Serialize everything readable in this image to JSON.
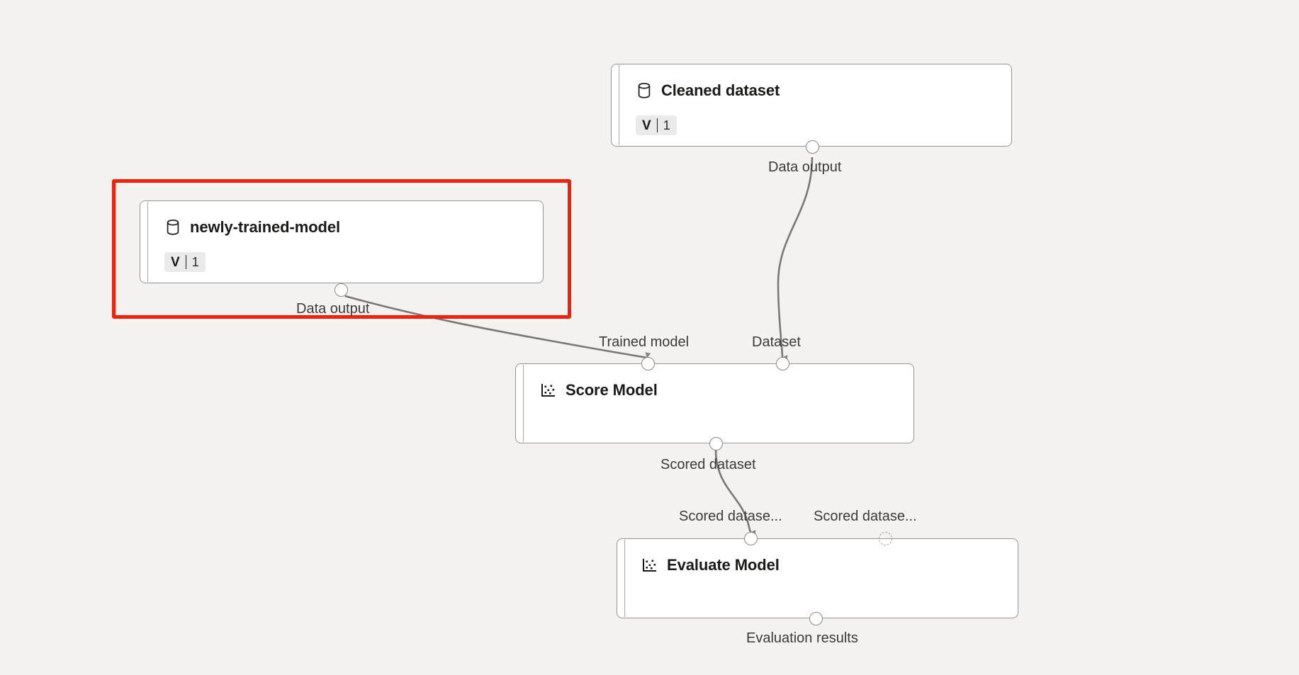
{
  "canvas": {
    "background": "#f3f2f1",
    "selection_color": "#f61e07"
  },
  "nodes": [
    {
      "id": "cleaned-dataset",
      "title": "Cleaned dataset",
      "icon": "database-icon",
      "version_label": "V",
      "version_number": "1",
      "selected": false
    },
    {
      "id": "newly-trained-model",
      "title": "newly-trained-model",
      "icon": "database-icon",
      "version_label": "V",
      "version_number": "1",
      "selected": true
    },
    {
      "id": "score-model",
      "title": "Score Model",
      "icon": "scatter-plot-icon",
      "selected": false
    },
    {
      "id": "evaluate-model",
      "title": "Evaluate Model",
      "icon": "scatter-plot-icon",
      "selected": false
    }
  ],
  "ports": {
    "cleaned_dataset_output": "Data output",
    "newly_trained_model_output": "Data output",
    "score_model_input_trained_model": "Trained model",
    "score_model_input_dataset": "Dataset",
    "score_model_output": "Scored dataset",
    "evaluate_model_input_1": "Scored datase...",
    "evaluate_model_input_2": "Scored datase...",
    "evaluate_model_output": "Evaluation results"
  },
  "edges": [
    {
      "from": "cleaned-dataset.Data output",
      "to": "score-model.Dataset"
    },
    {
      "from": "newly-trained-model.Data output",
      "to": "score-model.Trained model"
    },
    {
      "from": "score-model.Scored dataset",
      "to": "evaluate-model.Scored datase..."
    }
  ]
}
